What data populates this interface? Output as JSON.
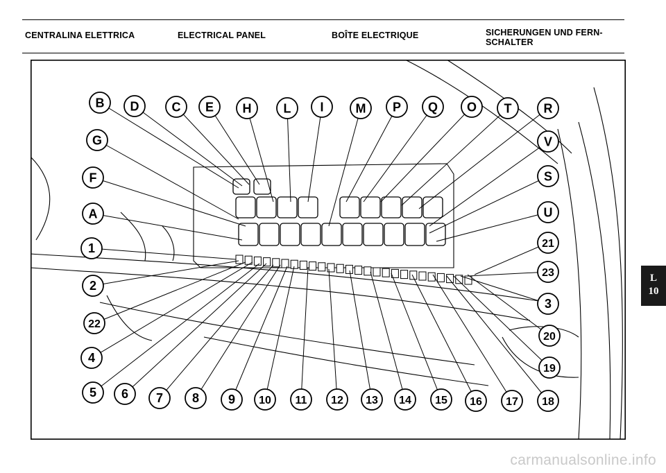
{
  "header": {
    "italian": "CENTRALINA ELETTRICA",
    "english": "ELECTRICAL PANEL",
    "french": "BOÎTE ELECTRIQUE",
    "german": "SICHERUNGEN UND FERN-SCHALTER"
  },
  "diagram": {
    "relay_callouts": [
      "B",
      "D",
      "C",
      "E",
      "H",
      "L",
      "I",
      "M",
      "P",
      "Q",
      "O",
      "T",
      "R",
      "G",
      "V",
      "F",
      "S",
      "A",
      "U"
    ],
    "fuse_callouts": [
      "1",
      "21",
      "2",
      "23",
      "22",
      "3",
      "20",
      "4",
      "19",
      "5",
      "6",
      "7",
      "8",
      "9",
      "10",
      "11",
      "12",
      "13",
      "14",
      "15",
      "16",
      "17",
      "18"
    ]
  },
  "section_tab": {
    "letter": "L",
    "number": "10"
  },
  "watermark": "carmanualsonline.info"
}
